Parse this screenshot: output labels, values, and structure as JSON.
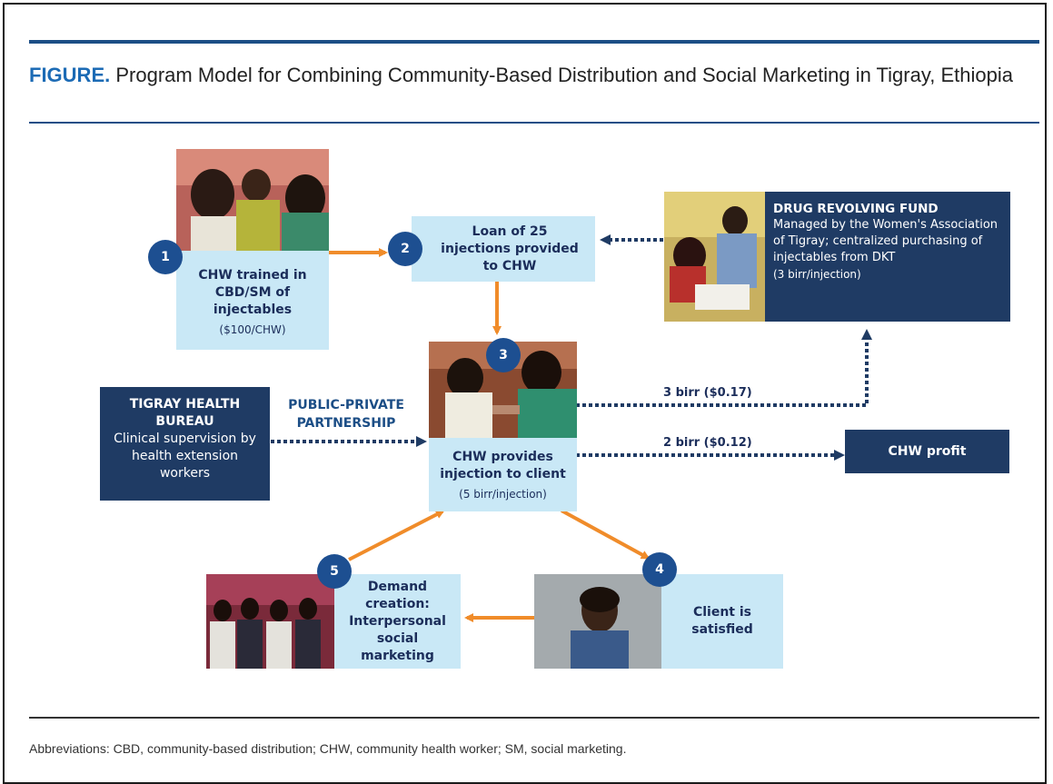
{
  "figure": {
    "label": "FIGURE.",
    "title": "Program Model for Combining Community-Based Distribution and Social Marketing in Tigray, Ethiopia"
  },
  "steps": {
    "s1": {
      "number": "1",
      "text": "CHW trained in CBD/SM of injectables",
      "sub": "($100/CHW)"
    },
    "s2": {
      "number": "2",
      "text": "Loan of 25 injections provided to CHW"
    },
    "s3": {
      "number": "3",
      "text": "CHW provides injection to client",
      "sub": "(5 birr/injection)"
    },
    "s4": {
      "number": "4",
      "text": "Client is satisfied"
    },
    "s5": {
      "number": "5",
      "text": "Demand creation: Interpersonal social marketing"
    }
  },
  "drug_fund": {
    "heading": "DRUG REVOLVING FUND",
    "body": "Managed by the Women's Association of Tigray; centralized purchasing of injectables from DKT",
    "sub": "(3 birr/injection)"
  },
  "health_bureau": {
    "heading": "TIGRAY HEALTH BUREAU",
    "body": "Clinical supervision by health extension workers"
  },
  "ppp_label": "PUBLIC-PRIVATE PARTNERSHIP",
  "flow_labels": {
    "to_fund": "3 birr ($0.17)",
    "to_profit": "2 birr ($0.12)"
  },
  "chw_profit": "CHW profit",
  "footnote": "Abbreviations: CBD, community-based distribution; CHW, community health worker; SM, social marketing.",
  "colors": {
    "accent_blue": "#1c4e86",
    "light_box": "#c9e8f6",
    "dark_box": "#1f3b64",
    "arrow_orange": "#f08c2a"
  }
}
